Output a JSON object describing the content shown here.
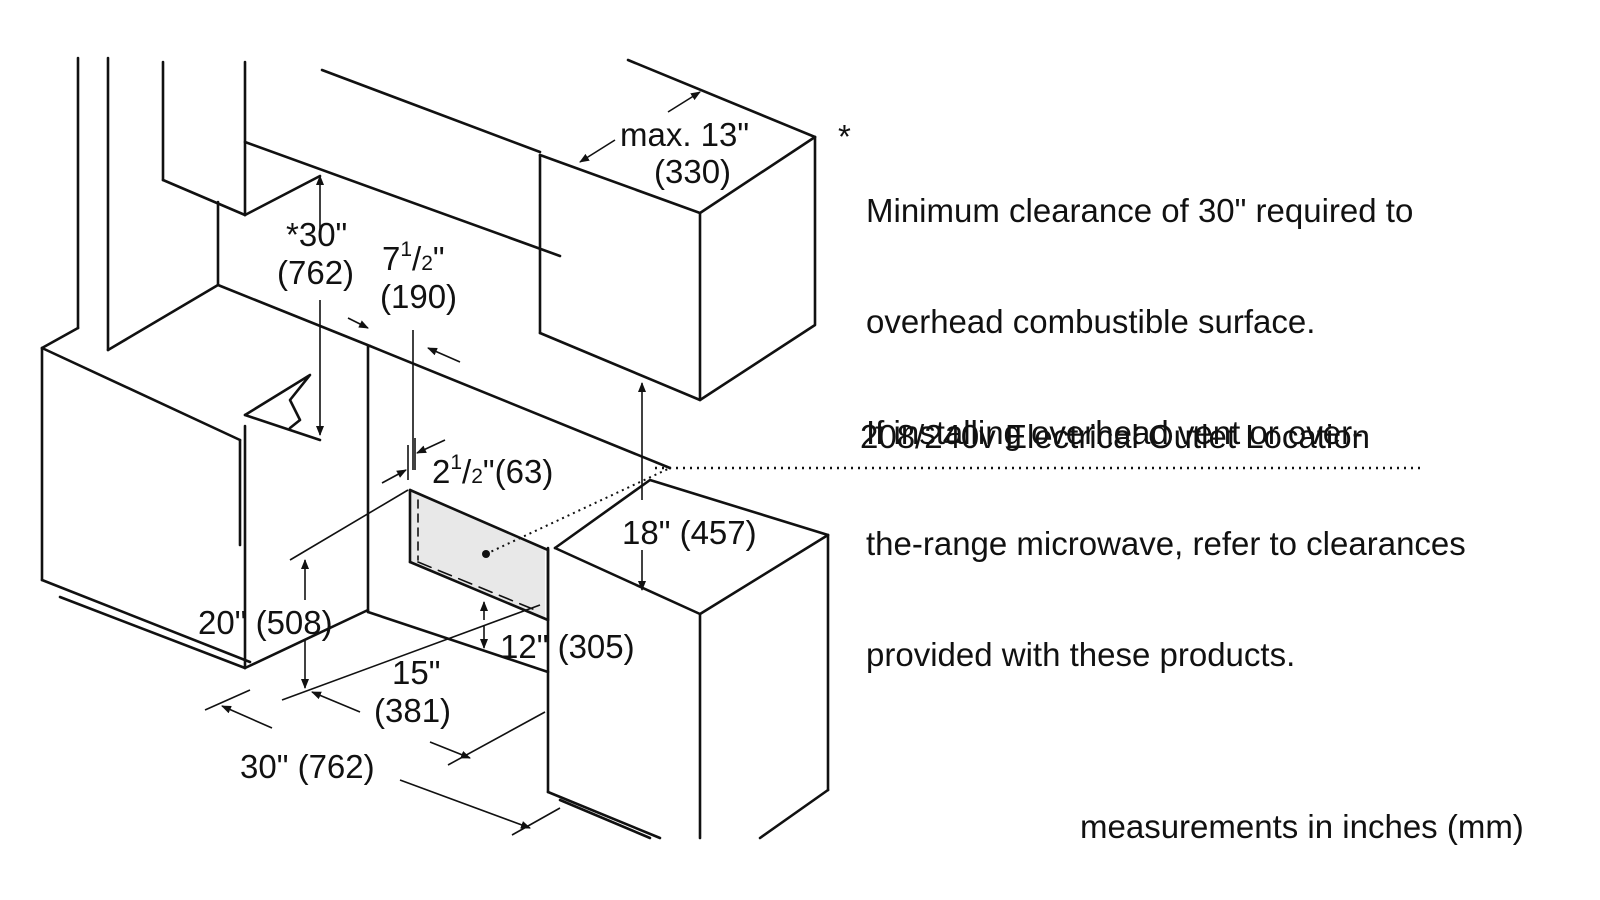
{
  "note": {
    "asterisk": "*",
    "lines": [
      "Minimum clearance of 30\" required to",
      "overhead combustible surface.",
      "If installing overhead vent or over-",
      "the-range microwave, refer to clearances",
      "provided with these products."
    ]
  },
  "outlet_label": "208/240v Electrical Outlet Location",
  "units_note": "measurements in inches (mm)",
  "dimensions": {
    "depth_max": {
      "in": "max. 13\"",
      "mm": "(330)"
    },
    "overhead": {
      "in": "*30\"",
      "mm": "(762)"
    },
    "outlet_offset": {
      "whole": "7",
      "num": "1",
      "slash": "/",
      "den": "2",
      "unit": "\"",
      "mm": "(190)"
    },
    "outlet_gap": {
      "whole": "2",
      "num": "1",
      "slash": "/",
      "den": "2",
      "unit": "\"",
      "mm": "(63)"
    },
    "cabinet_to_hood": {
      "label": "18\" (457)"
    },
    "outlet_height": {
      "label": "20\" (508)"
    },
    "outlet_above_floor": {
      "label": "12\" (305)"
    },
    "outlet_width": {
      "in": "15\"",
      "mm": "(381)"
    },
    "range_width": {
      "label": "30\" (762)"
    }
  }
}
